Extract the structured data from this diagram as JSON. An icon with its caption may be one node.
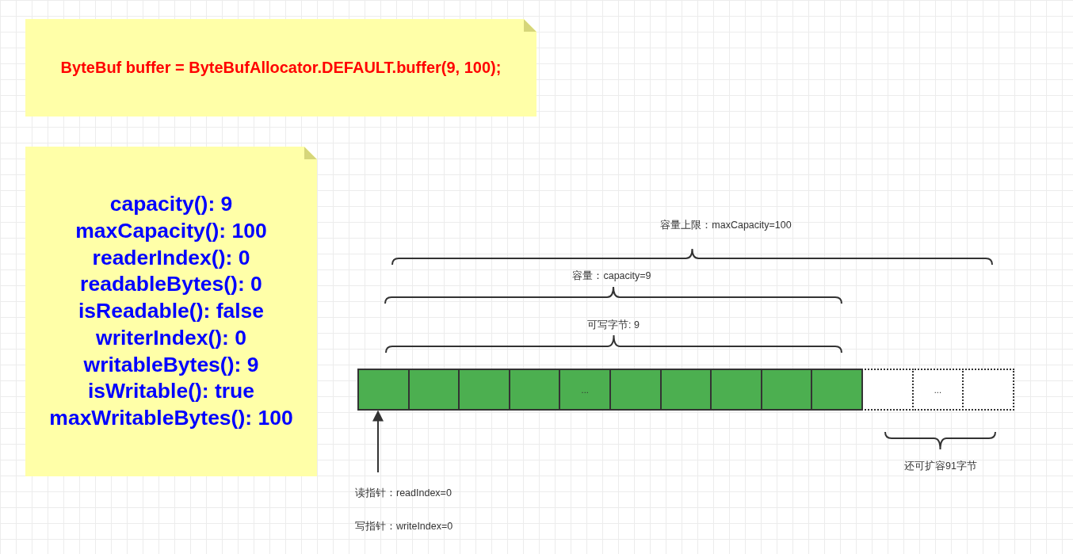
{
  "diagram": {
    "nodes": [
      {
        "text": [
          "**ByteBuf buffer = ByteBufAllocator.DEFAULT.buffer(9, 100);**"
        ]
      },
      {
        "text": [
          "capacity(): 9",
          "maxCapacity(): 100",
          "readerIndex(): 0",
          "readableBytes(): 0",
          "isReadable(): false",
          "writerIndex(): 0",
          "writableBytes(): 9",
          "isWritable(): true",
          "maxWritableBytes(): 100"
        ]
      },
      {
        "text": [],
        "shape": "box"
      },
      {
        "text": [],
        "shape": "box"
      },
      {
        "text": [],
        "shape": "box"
      },
      {
        "text": [],
        "shape": "box"
      },
      {
        "text": [
          "..."
        ]
      },
      {
        "text": [],
        "shape": "box"
      },
      {
        "text": [],
        "shape": "box"
      },
      {
        "text": [],
        "shape": "box"
      },
      {
        "text": [],
        "shape": "box"
      },
      {
        "text": [],
        "shape": "box"
      },
      {
        "text": [],
        "shape": "box"
      },
      {
        "text": [
          "..."
        ]
      },
      {
        "text": [],
        "shape": "box"
      },
      {
        "text": [
          "读指针：readIndex=0"
        ]
      }
    ],
    "edges": [
      {
        "from": 15,
        "to": 2,
        "arrow": "to"
      }
    ],
    "labels": [
      "容量上限：maxCapacity=100",
      "容量：capacity=9",
      "可写字节: 9",
      "还可扩容91字节",
      "写指针：writeIndex=0"
    ]
  }
}
